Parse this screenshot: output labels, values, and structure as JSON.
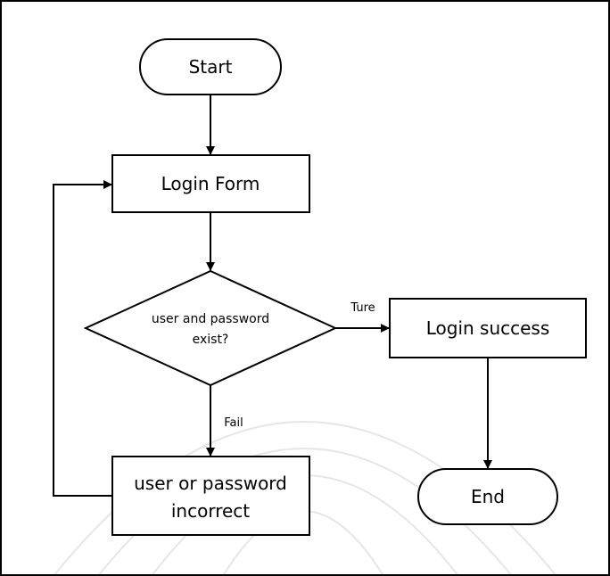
{
  "nodes": {
    "start": "Start",
    "login_form": "Login Form",
    "decision_line1": "user and password",
    "decision_line2": "exist?",
    "login_success": "Login success",
    "error_line1": "user or password",
    "error_line2": "incorrect",
    "end": "End"
  },
  "edges": {
    "true_label": "Ture",
    "fail_label": "Fail"
  },
  "colors": {
    "stroke": "#000000",
    "background": "#ffffff",
    "watermark": "#e8e8e8"
  }
}
